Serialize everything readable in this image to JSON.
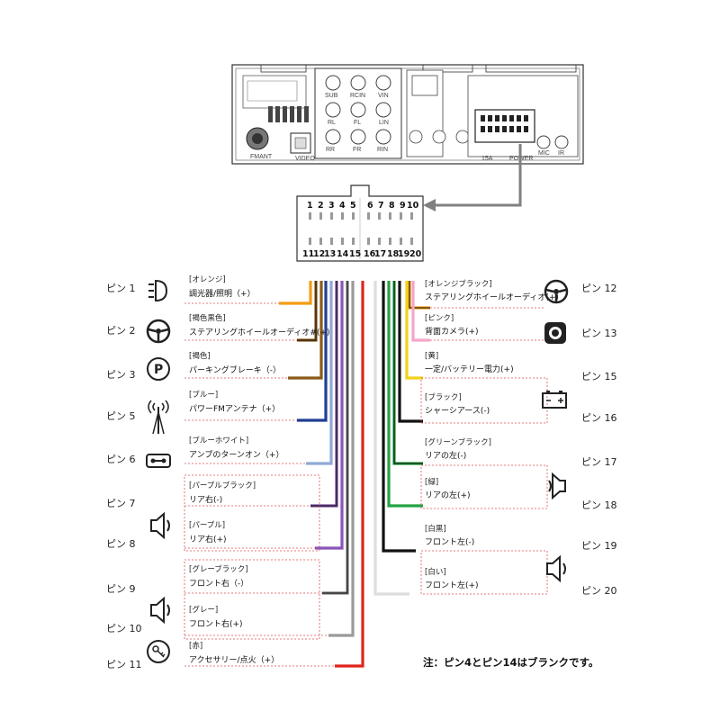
{
  "unit": {
    "port_labels": [
      "SUB",
      "RCIN",
      "VIN",
      "RL",
      "FL",
      "LIN",
      "RR",
      "FR",
      "RIN"
    ],
    "fm_ant": "FMANT",
    "video": "VIDEO",
    "fuse": "15A",
    "power": "POWER",
    "mic": "MIC",
    "ir": "IR"
  },
  "connector": {
    "top_row": [
      "1",
      "2",
      "3",
      "4",
      "5",
      "6",
      "7",
      "8",
      "9",
      "10"
    ],
    "bottom_row": [
      "11",
      "12",
      "13",
      "14",
      "15",
      "16",
      "17",
      "18",
      "19",
      "20"
    ]
  },
  "colors": {
    "orange": "#f39c12",
    "brown_black": "#8b5a1a",
    "brown": "#8b5a1a",
    "blue": "#1f3f94",
    "blue_white": "#8fa8d6",
    "purple_black": "#7a4aa0",
    "purple": "#8a55b8",
    "gray_black": "#7d7d7d",
    "gray": "#9a9a9a",
    "red": "#e0251b",
    "orange_black": "#f39c12",
    "pink": "#f4a6c8",
    "yellow": "#f2d11a",
    "black": "#111111",
    "green_black": "#1e9a3b",
    "green": "#25a244",
    "white_black": "#c8c8c8",
    "white": "#dddddd",
    "leader": "#e05050"
  },
  "left_pins": [
    {
      "pin": "ピン 1",
      "name": "[オレンジ]",
      "func": "調光器/照明（+）",
      "icon": "headlight-icon"
    },
    {
      "pin": "ピン 2",
      "name": "[褐色黒色]",
      "func": "ステアリングホイールオーディオ#(+)",
      "icon": "steering-wheel-icon"
    },
    {
      "pin": "ピン 3",
      "name": "[褐色]",
      "func": "パーキングブレーキ（-）",
      "icon": "parking-brake-icon"
    },
    {
      "pin": "ピン 5",
      "name": "[ブルー]",
      "func": "パワーFMアンテナ（+）",
      "icon": "antenna-icon"
    },
    {
      "pin": "ピン 6",
      "name": "[ブルーホワイト]",
      "func": "アンプのターンオン（+）",
      "icon": "amplifier-icon"
    },
    {
      "pin": "ピン 7",
      "name": "[パープルブラック]",
      "func": "リア右(-)",
      "icon": "speaker-icon"
    },
    {
      "pin": "ピン 8",
      "name": "[パープル]",
      "func": "リア右(+)",
      "icon": ""
    },
    {
      "pin": "ピン 9",
      "name": "[グレーブラック]",
      "func": "フロント右（-）",
      "icon": "speaker-icon"
    },
    {
      "pin": "ピン 10",
      "name": "[グレー]",
      "func": "フロント右(+)",
      "icon": ""
    },
    {
      "pin": "ピン 11",
      "name": "[赤]",
      "func": "アクセサリー/点火（+）",
      "icon": "ignition-key-icon"
    }
  ],
  "right_pins": [
    {
      "pin": "ピン 12",
      "name": "[オレンジブラック]",
      "func": "ステアリングホイールオーディオ(+)",
      "icon": "steering-wheel-icon"
    },
    {
      "pin": "ピン 13",
      "name": "[ピンク]",
      "func": "背面カメラ(+)",
      "icon": "camera-icon"
    },
    {
      "pin": "ピン 15",
      "name": "[黄]",
      "func": "一定/バッテリー電力(+)",
      "icon": "battery-icon"
    },
    {
      "pin": "ピン 16",
      "name": "[ブラック]",
      "func": "シャーシアース(-)",
      "icon": ""
    },
    {
      "pin": "ピン 17",
      "name": "[グリーンブラック]",
      "func": "リアの左(-)",
      "icon": "speaker-icon"
    },
    {
      "pin": "ピン 18",
      "name": "[緑]",
      "func": "リアの左(+)",
      "icon": ""
    },
    {
      "pin": "ピン 19",
      "name": "[白黒]",
      "func": "フロント左(-)",
      "icon": "speaker-icon"
    },
    {
      "pin": "ピン 20",
      "name": "[白い]",
      "func": "フロント左(+)",
      "icon": ""
    }
  ],
  "note": "注：ピン4とピン14はブランクです。"
}
